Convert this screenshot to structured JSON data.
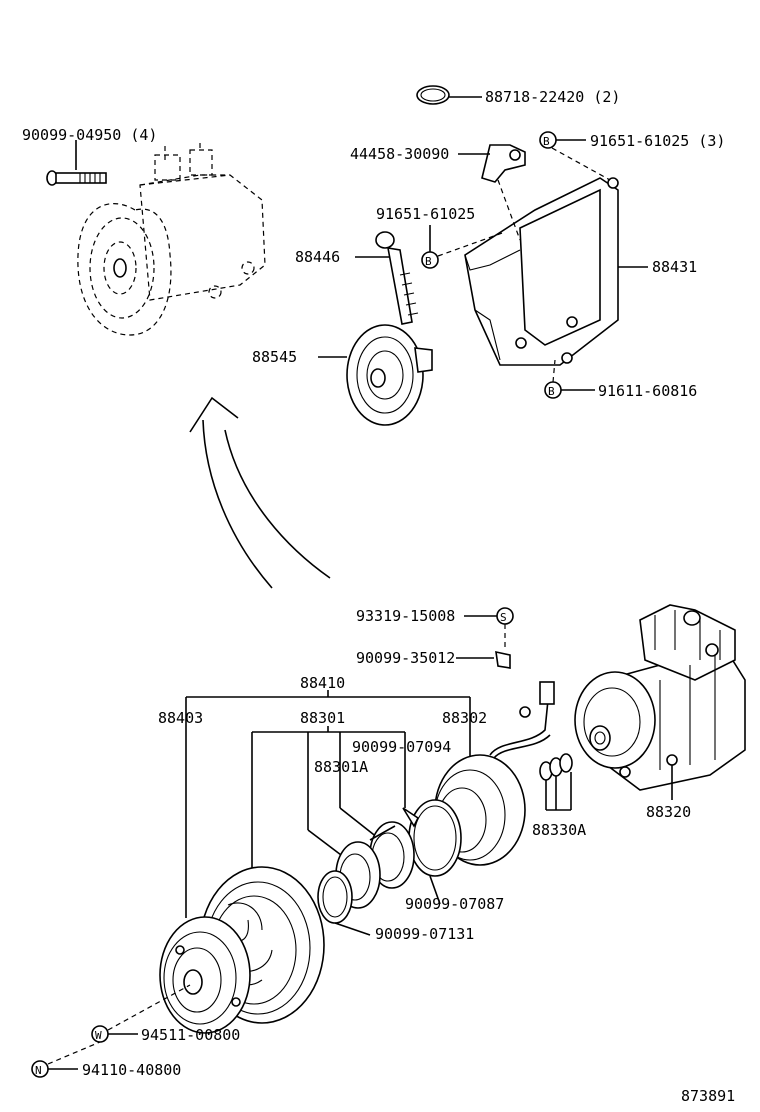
{
  "diagram_id": "873891",
  "labels": {
    "p88718": "88718-22420 (2)",
    "p90099_04950": "90099-04950 (4)",
    "p44458": "44458-30090",
    "p91651_61025_3": "91651-61025 (3)",
    "p91651_61025": "91651-61025",
    "p88446": "88446",
    "p88431": "88431",
    "p88545": "88545",
    "p91611": "91611-60816",
    "p93319": "93319-15008",
    "p90099_35012": "90099-35012",
    "p88410": "88410",
    "p88403": "88403",
    "p88301": "88301",
    "p88302": "88302",
    "p90099_07094": "90099-07094",
    "p88301A": "88301A",
    "p88320": "88320",
    "p88330A": "88330A",
    "p90099_07087": "90099-07087",
    "p90099_07131": "90099-07131",
    "p94511": "94511-00800",
    "p94110": "94110-40800"
  },
  "markers": {
    "B": "B",
    "S": "S",
    "W": "W",
    "N": "N"
  }
}
